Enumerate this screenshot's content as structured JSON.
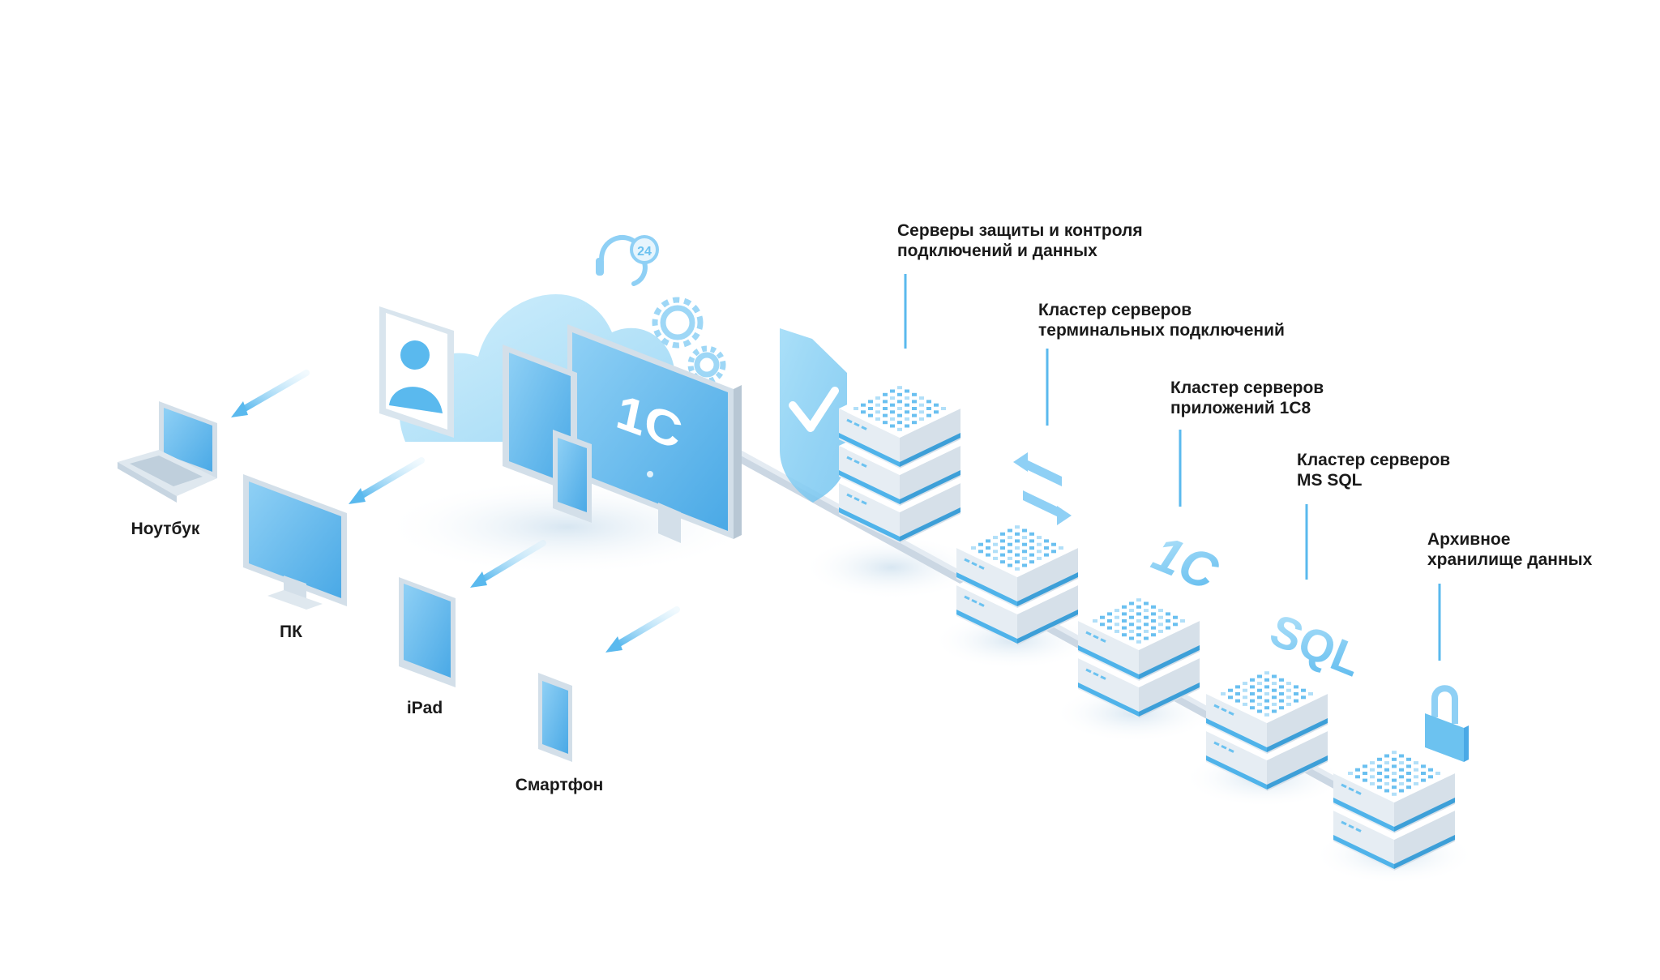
{
  "colors": {
    "accent": "#4fb3ea",
    "accent_light": "#a9dcf7",
    "screen": "#5ab9ee",
    "server_body": "#f3f6f9",
    "connector": "#c6d3e0",
    "text": "#1a1a1a"
  },
  "devices": [
    {
      "id": "laptop",
      "label": "Ноутбук",
      "icon": "laptop-icon"
    },
    {
      "id": "pc",
      "label": "ПК",
      "icon": "monitor-icon"
    },
    {
      "id": "ipad",
      "label": "iPad",
      "icon": "tablet-icon"
    },
    {
      "id": "smartphone",
      "label": "Смартфон",
      "icon": "smartphone-icon"
    }
  ],
  "cloud": {
    "logo_text": "1С",
    "support_badge": "24",
    "icons": [
      "cloud-icon",
      "user-profile-icon",
      "monitor-icon",
      "tablet-icon",
      "smartphone-icon",
      "headset-icon",
      "gear-icon"
    ]
  },
  "server_groups": [
    {
      "id": "protection",
      "label_lines": [
        "Серверы защиты и контроля",
        "подключений и данных"
      ],
      "icon": "shield-check-icon"
    },
    {
      "id": "terminal",
      "label_lines": [
        "Кластер серверов",
        "терминальных подключений"
      ],
      "icon": "exchange-arrows-icon"
    },
    {
      "id": "app1c",
      "label_lines": [
        "Кластер серверов",
        "приложений 1С8"
      ],
      "icon": "1c-logo-icon",
      "badge_text": "1С"
    },
    {
      "id": "mssql",
      "label_lines": [
        "Кластер серверов",
        "MS SQL"
      ],
      "icon": "sql-icon",
      "badge_text": "SQL"
    },
    {
      "id": "archive",
      "label_lines": [
        "Архивное",
        "хранилище данных"
      ],
      "icon": "padlock-icon"
    }
  ]
}
